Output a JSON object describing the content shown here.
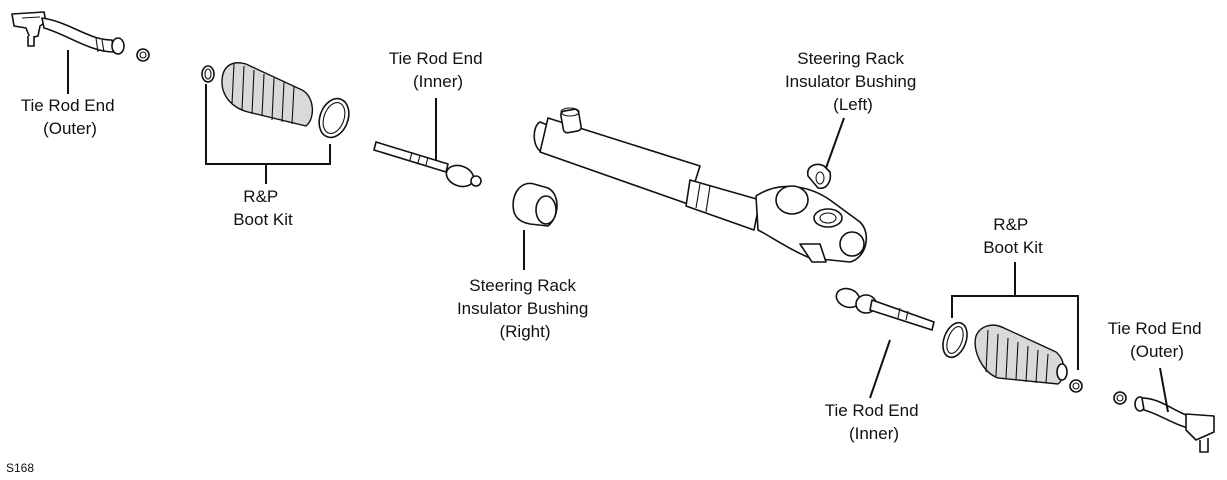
{
  "diagram": {
    "labels": {
      "tre_outer_left": [
        "Tie Rod End",
        "(Outer)"
      ],
      "boot_kit_left": [
        "R&P",
        "Boot Kit"
      ],
      "tre_inner_left": [
        "Tie Rod End",
        "(Inner)"
      ],
      "bushing_right": [
        "Steering Rack",
        "Insulator Bushing",
        "(Right)"
      ],
      "bushing_left": [
        "Steering Rack",
        "Insulator Bushing",
        "(Left)"
      ],
      "boot_kit_right": [
        "R&P",
        "Boot Kit"
      ],
      "tre_inner_right": [
        "Tie Rod End",
        "(Inner)"
      ],
      "tre_outer_right": [
        "Tie Rod End",
        "(Outer)"
      ]
    },
    "figure_code": "S168"
  }
}
